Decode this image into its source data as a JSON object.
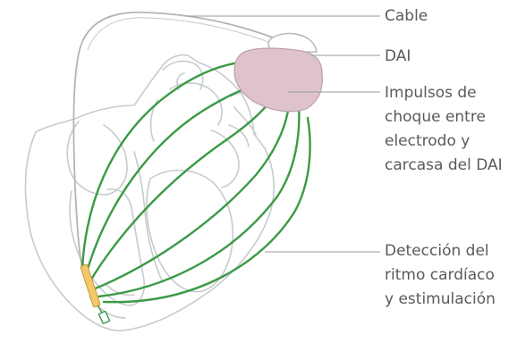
{
  "labels": {
    "cable": "Cable",
    "dai": "DAI",
    "impulsos": "Impulsos de\nchoque entre\nelectrodo y\ncarcasa del DAI",
    "deteccion": "Detección del\nritmo cardíaco\ny estimulación"
  },
  "colors": {
    "heart_outline": "#c5cccc",
    "cable": "#b4b4b4",
    "shock_lines": "#3a9a45",
    "device_body": "#dfc3cc",
    "device_header": "#ffffff",
    "electrode_coil": "#f2c86b",
    "leader_lines": "#9a9a9a",
    "text": "#5a5a5a"
  }
}
